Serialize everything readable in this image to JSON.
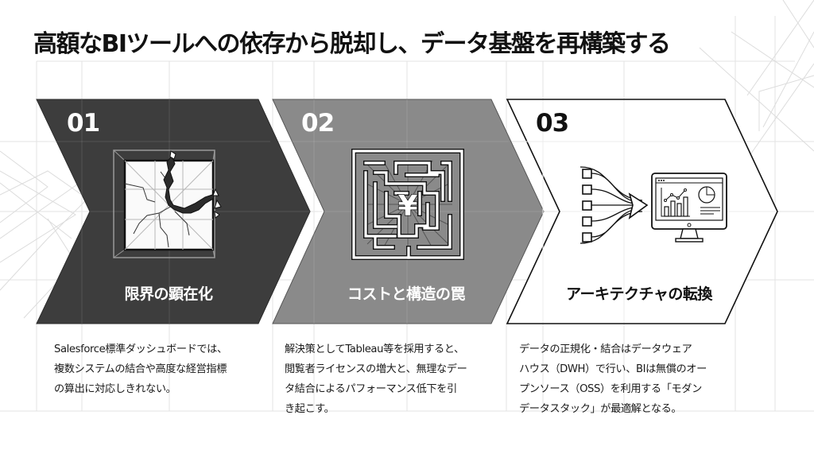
{
  "title": "高額なBIツールへの依存から脱却し、データ基盤を再構築する",
  "colors": {
    "step1_fill": "#3d3d3d",
    "step2_fill": "#8a8a8a",
    "step3_fill": "#ffffff",
    "step3_stroke": "#111111",
    "grid": "#e2e2e2",
    "text": "#111111"
  },
  "steps": [
    {
      "number": "01",
      "label": "限界の顕在化",
      "icon": "cracked-window-icon",
      "description_lines": [
        "Salesforce標準ダッシュボードでは、",
        "複数システムの結合や高度な経営指標",
        "の算出に対応しきれない。"
      ]
    },
    {
      "number": "02",
      "label": "コストと構造の罠",
      "icon": "yen-maze-icon",
      "description_lines": [
        "解決策としてTableau等を採用すると、",
        "閲覧者ライセンスの増大と、無理なデー",
        "タ結合によるパフォーマンス低下を引",
        "き起こす。"
      ]
    },
    {
      "number": "03",
      "label": "アーキテクチャの転換",
      "icon": "data-flow-to-dashboard-icon",
      "description_lines": [
        "データの正規化・結合はデータウェア",
        "ハウス（DWH）で行い、BIは無償のオー",
        "プンソース（OSS）を利用する「モダン",
        "データスタック」が最適解となる。"
      ]
    }
  ]
}
